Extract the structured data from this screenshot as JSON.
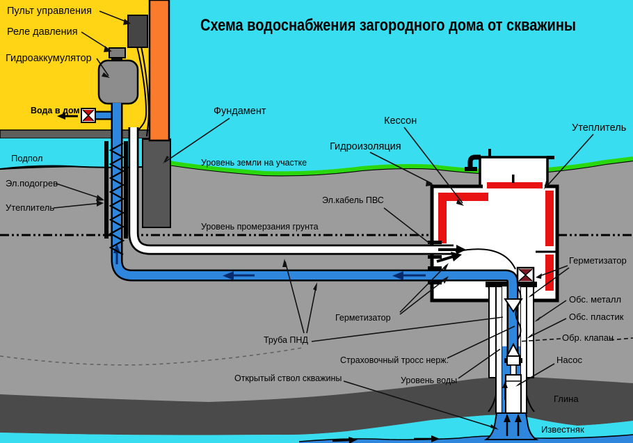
{
  "title": "Схема водоснабжения загородного дома от скважины",
  "colors": {
    "sky_cyan": "#38DDEF",
    "house_yellow": "#FFD515",
    "wall_orange": "#F97B2B",
    "soil_gray": "#9C9C9C",
    "clay_dark_gray": "#4A4A4A",
    "water_blue": "#2F86DD",
    "insulation_red": "#E81212",
    "grass_green": "#2BD80F",
    "foundation_gray": "#585858",
    "equipment_gray": "#8D8D8D",
    "sealer_maroon": "#7E1A24"
  },
  "labels": {
    "control_panel": "Пульт управления",
    "pressure_relay": "Реле давления",
    "hydroaccumulator": "Гидроаккумулятор",
    "water_to_house": "Вода в дом",
    "crawl_space": "Подпол",
    "el_heating": "Эл.подогрев",
    "insulation_left": "Утеплитель",
    "foundation": "Фундамент",
    "ground_level": "Уровень земли на участке",
    "frost_level": "Уровень промерзания грунта",
    "caisson": "Кессон",
    "waterproofing": "Гидроизоляция",
    "insulation_right": "Утеплитель",
    "el_cable": "Эл.кабель ПВС",
    "sealer_left": "Герметизатор",
    "sealer_right": "Герметизатор",
    "casing_metal": "Обс. металл",
    "casing_plastic": "Обс. пластик",
    "check_valve": "Обр. клапан",
    "pump": "Насос",
    "pipe_pnd": "Труба ПНД",
    "safety_cable": "Страховочный тросс нерж.",
    "water_level": "Уровень воды",
    "open_borehole": "Открытый ствол скважины",
    "clay": "Глина",
    "limestone": "Известняк"
  }
}
